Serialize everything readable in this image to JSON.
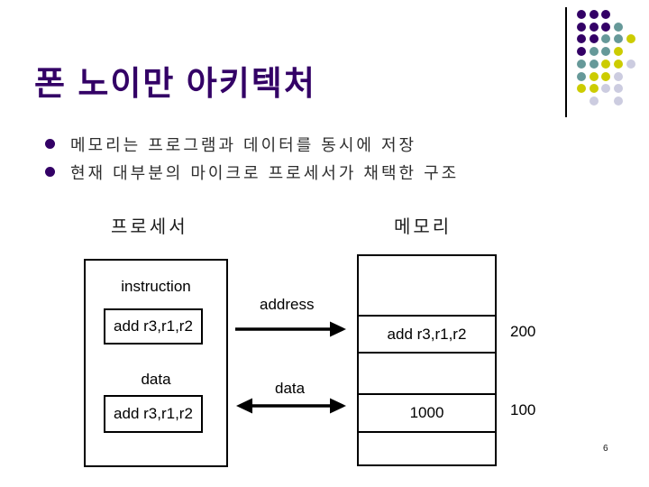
{
  "slide": {
    "title": "폰 노이만 아키텍처",
    "bullets": [
      "메모리는 프로그램과 데이터를 동시에 저장",
      "현재 대부분의 마이크로 프로세서가 채택한 구조"
    ],
    "page_number": "6"
  },
  "diagram": {
    "processor": {
      "label": "프로세서",
      "instruction_label": "instruction",
      "instruction_value": "add r3,r1,r2",
      "data_label": "data",
      "data_value": "add r3,r1,r2"
    },
    "memory": {
      "label": "메모리",
      "rows": [
        {
          "value": "",
          "address": ""
        },
        {
          "value": "add r3,r1,r2",
          "address": "200"
        },
        {
          "value": "",
          "address": ""
        },
        {
          "value": "1000",
          "address": "100"
        },
        {
          "value": "",
          "address": ""
        }
      ]
    },
    "buses": {
      "address_label": "address",
      "data_label": "data"
    }
  },
  "colors": {
    "title": "#330066",
    "bullet_dot": "#330066",
    "body_text": "#2e2e2e",
    "line": "#000000",
    "dot_purple": "#330066",
    "dot_teal": "#669999",
    "dot_yellow": "#cccc00",
    "dot_lavender": "#ccccе6"
  },
  "decoration": {
    "pattern": [
      "PPP..",
      "PPPT.",
      "PPTTY",
      "PTTY.",
      "TTYYL",
      "TYYL.",
      "YYLL.",
      ".L.L."
    ],
    "dot_colors": {
      "P": "#330066",
      "T": "#669999",
      "Y": "#cccc00",
      "L": "#ccccE0"
    }
  }
}
